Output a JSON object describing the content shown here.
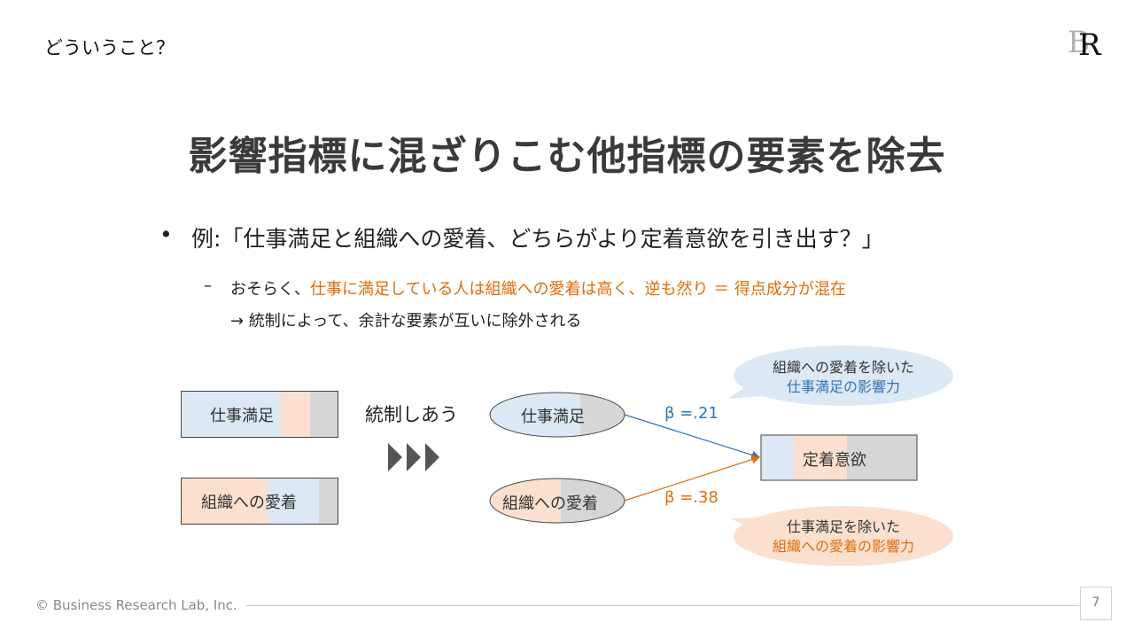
{
  "header": {
    "label": "どういうこと？"
  },
  "logo": {
    "text": "BR"
  },
  "title": "影響指標に混ざりこむ他指標の要素を除去",
  "bullet": {
    "dot": "•",
    "text": "例:「仕事満足と組織への愛着、どちらがより定着意欲を引き出す？」"
  },
  "sub": {
    "dash": "–",
    "prefix": "おそらく、",
    "highlight": "仕事に満足している人は組織への愛着は高く、逆も然り ＝ 得点成分が混在",
    "line2": "→ 統制によって、余計な要素が互いに除外される"
  },
  "left_bars": {
    "job": "仕事満足",
    "attachment": "組織への愛着"
  },
  "controls_label": "統制しあう",
  "ellipses": {
    "job": "仕事満足",
    "attachment": "組織への愛着"
  },
  "outcome": "定着意欲",
  "betas": {
    "job": "β =.21",
    "attachment": "β =.38"
  },
  "callouts": {
    "top_line1": "組織への愛着を除いた",
    "top_line2": "仕事満足の影響力",
    "bottom_line1": "仕事満足を除いた",
    "bottom_line2": "組織への愛着の影響力"
  },
  "footer": {
    "copyright": "© Business Research Lab, Inc.",
    "page": "7"
  },
  "colors": {
    "blue_fill": "#dce8f4",
    "peach_fill": "#fbe0cf",
    "gray_fill": "#d6d6d6",
    "blue_text": "#2e75b6",
    "orange_text": "#e36c09",
    "callout_blue": "#dce8f4",
    "callout_peach": "#fbe0cf"
  }
}
